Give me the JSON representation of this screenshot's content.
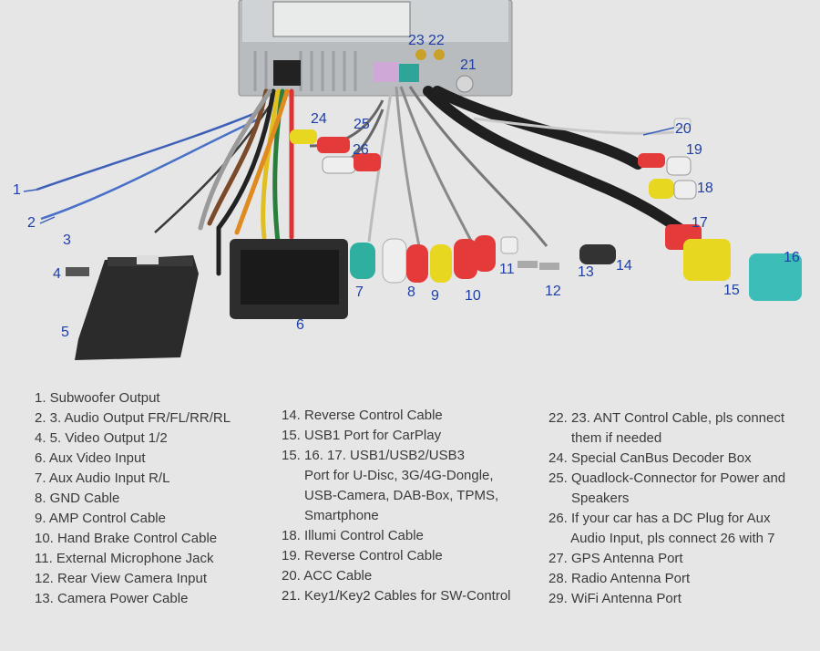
{
  "callouts": [
    {
      "id": "c1",
      "text": "1"
    },
    {
      "id": "c2",
      "text": "2"
    },
    {
      "id": "c3",
      "text": "3"
    },
    {
      "id": "c4",
      "text": "4"
    },
    {
      "id": "c5",
      "text": "5"
    },
    {
      "id": "c6",
      "text": "6"
    },
    {
      "id": "c7",
      "text": "7"
    },
    {
      "id": "c8",
      "text": "8"
    },
    {
      "id": "c9",
      "text": "9"
    },
    {
      "id": "c10",
      "text": "10"
    },
    {
      "id": "c11",
      "text": "11"
    },
    {
      "id": "c12",
      "text": "12"
    },
    {
      "id": "c13",
      "text": "13"
    },
    {
      "id": "c14",
      "text": "14"
    },
    {
      "id": "c15",
      "text": "15"
    },
    {
      "id": "c16",
      "text": "16"
    },
    {
      "id": "c17",
      "text": "17"
    },
    {
      "id": "c18",
      "text": "18"
    },
    {
      "id": "c19",
      "text": "19"
    },
    {
      "id": "c20",
      "text": "20"
    },
    {
      "id": "c21",
      "text": "21"
    },
    {
      "id": "c22",
      "text": "22"
    },
    {
      "id": "c23",
      "text": "23"
    },
    {
      "id": "c24",
      "text": "24"
    },
    {
      "id": "c25",
      "text": "25"
    },
    {
      "id": "c26",
      "text": "26"
    }
  ],
  "legend": {
    "col1": [
      "1. Subwoofer Output",
      "2. 3. Audio Output FR/FL/RR/RL",
      "4. 5. Video Output 1/2",
      "6. Aux Video Input",
      "7. Aux Audio Input R/L",
      "8. GND Cable",
      "9. AMP Control Cable",
      "10. Hand Brake Control Cable",
      "11. External Microphone Jack",
      "12. Rear View Camera Input",
      "13. Camera Power Cable"
    ],
    "col2": [
      "14. Reverse Control Cable",
      "15. USB1 Port for CarPlay",
      "15. 16. 17. USB1/USB2/USB3",
      "      Port for U-Disc, 3G/4G-Dongle,",
      "      USB-Camera, DAB-Box, TPMS,",
      "      Smartphone",
      "18. Illumi Control Cable",
      "19. Reverse Control Cable",
      "20. ACC Cable",
      "21. Key1/Key2 Cables for SW-Control"
    ],
    "col3": [
      "22. 23. ANT Control Cable, pls connect",
      "      them if needed",
      "24. Special CanBus Decoder Box",
      "25. Quadlock-Connector for Power and",
      "      Speakers",
      "26. If your car has a DC Plug for Aux",
      "      Audio Input, pls connect 26 with 7",
      "27. GPS Antenna Port",
      "28. Radio Antenna Port",
      "29. WiFi Antenna Port"
    ]
  }
}
